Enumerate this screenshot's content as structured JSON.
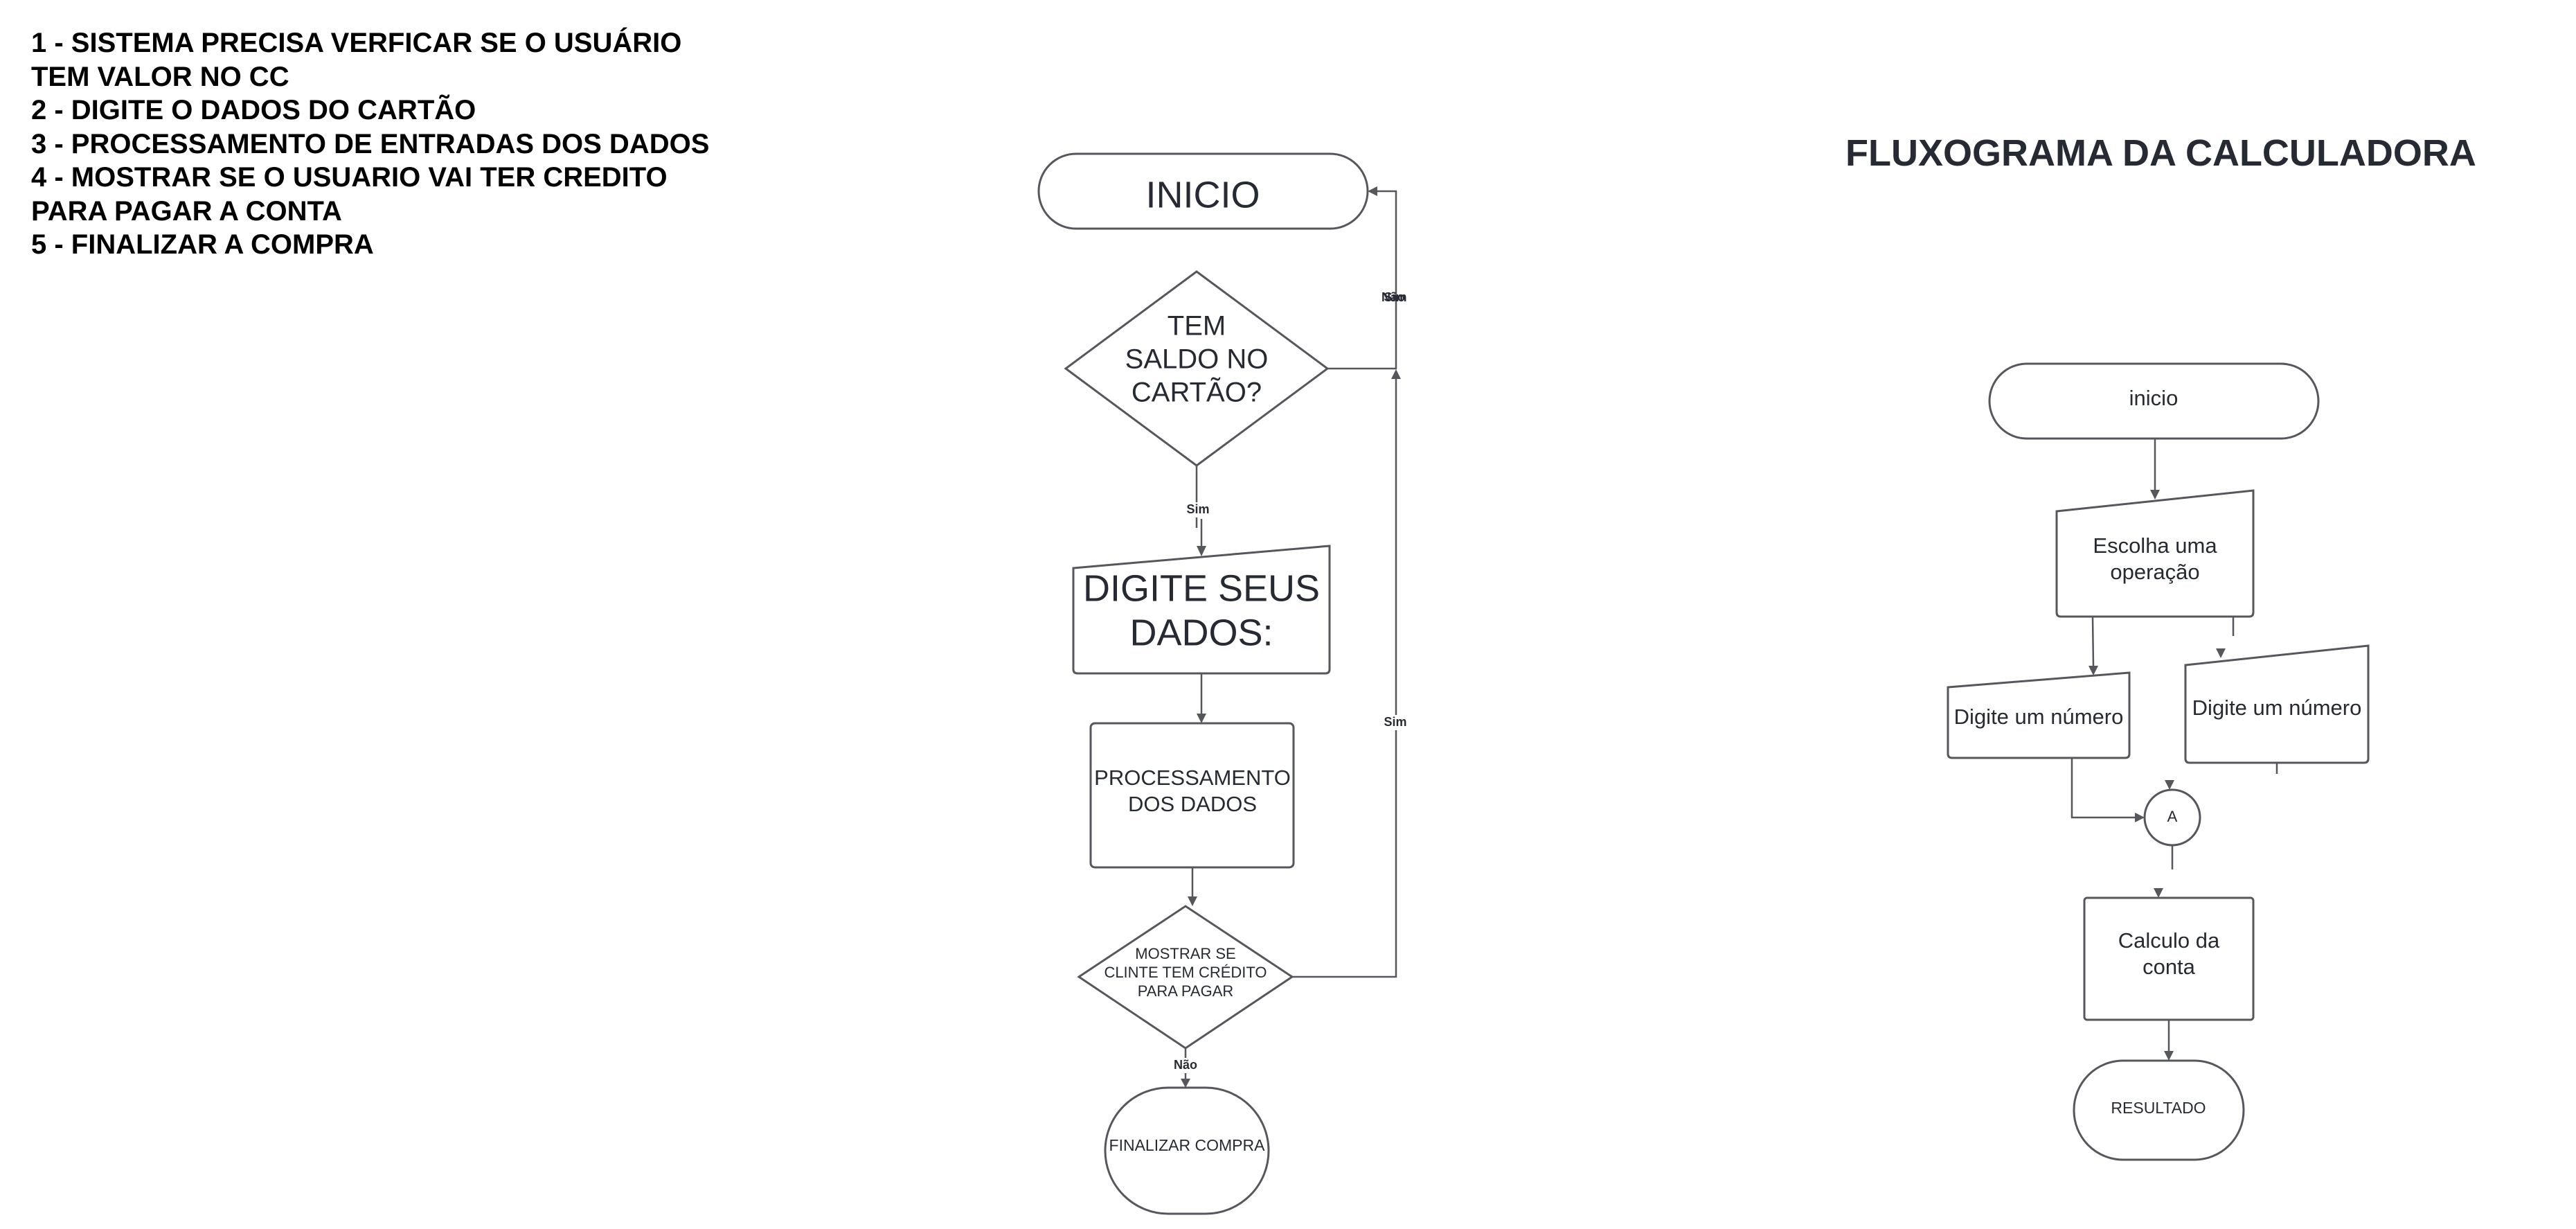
{
  "steps": [
    "1 - SISTEMA PRECISA VERFICAR SE O USUÁRIO",
    "TEM VALOR NO CC",
    "2 - DIGITE O DADOS DO CARTÃO",
    "3 - PROCESSAMENTO DE ENTRADAS DOS DADOS",
    "4 - MOSTRAR SE O USUARIO VAI TER CREDITO",
    "PARA PAGAR A CONTA",
    "5 - FINALIZAR A COMPRA"
  ],
  "flow1": {
    "start": "INICIO",
    "decision_saldo": [
      "TEM",
      "SALDO NO",
      "CARTÃO?"
    ],
    "input_dados": [
      "DIGITE SEUS",
      "DADOS:"
    ],
    "processamento": [
      "PROCESSAMENTO",
      "DOS DADOS"
    ],
    "decision_credito": [
      "MOSTRAR SE",
      "CLINTE TEM CRÉDITO",
      "PARA PAGAR"
    ],
    "end": "FINALIZAR COMPRA",
    "label_sim_down": "Sim",
    "label_nao_loop": "Não",
    "label_sim_loop": "Sim",
    "label_sim_right": "Sim",
    "label_nao_down": "Não"
  },
  "flow2": {
    "title": "FLUXOGRAMA DA CALCULADORA",
    "start": "inicio",
    "choose_op": [
      "Escolha uma",
      "operação"
    ],
    "input_left": "Digite um número",
    "input_right": "Digite um número",
    "connector": "A",
    "calc": [
      "Calculo da",
      "conta"
    ],
    "result": "RESULTADO"
  }
}
